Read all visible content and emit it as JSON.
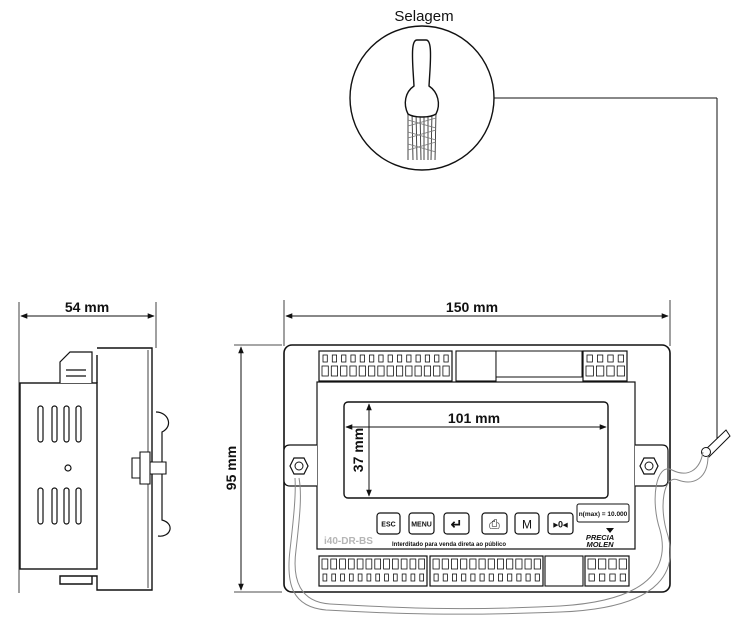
{
  "title": "Selagem",
  "dimensions": {
    "side_width": "54 mm",
    "front_width": "150 mm",
    "front_height": "95 mm",
    "display_width": "101 mm",
    "display_height": "37 mm"
  },
  "panel": {
    "model": "i40-DR-BS",
    "notice": "Interditado para venda direta ao público",
    "capacity": "n(max) = 10.000",
    "brand_line1": "PRECIA",
    "brand_line2": "MOLEN"
  },
  "keys": [
    {
      "id": "esc",
      "label": "ESC"
    },
    {
      "id": "menu",
      "label": "MENU"
    },
    {
      "id": "enter",
      "label": "↵"
    },
    {
      "id": "print",
      "label": "⎙"
    },
    {
      "id": "m",
      "label": "M"
    },
    {
      "id": "zero",
      "label": "▸0◂"
    }
  ]
}
